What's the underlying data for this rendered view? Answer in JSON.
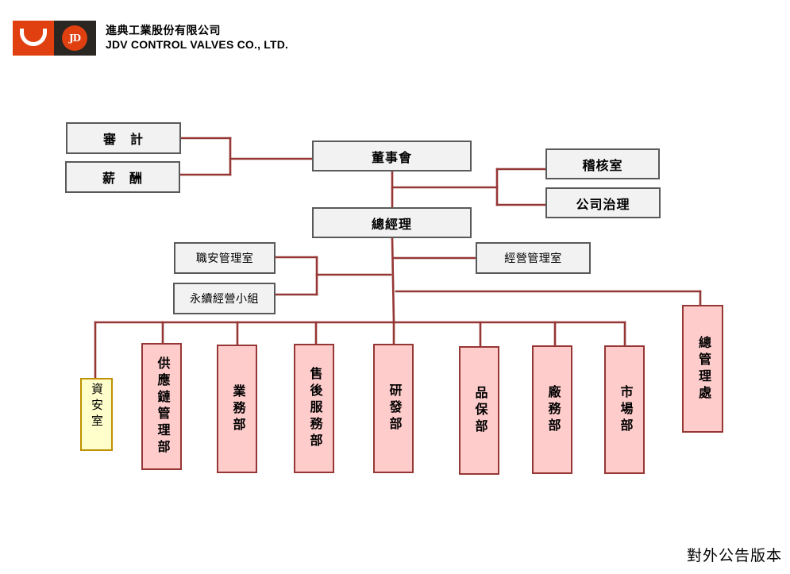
{
  "header": {
    "logo_icon": "jdv-logo-icon",
    "logo_emblem_text": "JD",
    "company_name_zh": "進典工業股份有限公司",
    "company_name_en": "JDV CONTROL VALVES CO., LTD."
  },
  "colors": {
    "connector": "#953735",
    "top_box_fill": "#f2f2f2",
    "top_box_border": "#595959",
    "dept_box_fill": "#ffcccc",
    "dept_box_border": "#953735",
    "infosec_box_fill": "#ffffcc",
    "infosec_box_border": "#bf9000",
    "logo_orange": "#e0400f",
    "logo_dark": "#2a2622"
  },
  "org": {
    "board_committees": [
      {
        "label": "審　計"
      },
      {
        "label": "薪　酬"
      }
    ],
    "board": {
      "label": "董事會"
    },
    "board_units": [
      {
        "label": "稽核室"
      },
      {
        "label": "公司治理"
      }
    ],
    "general_manager": {
      "label": "總經理"
    },
    "gm_staff_left": [
      {
        "label": "職安管理室"
      },
      {
        "label": "永續經營小組"
      }
    ],
    "gm_staff_right": {
      "label": "經營管理室"
    },
    "admin_office": {
      "label": "總管理處"
    },
    "departments": [
      {
        "label": "資安室"
      },
      {
        "label": "供應鏈管理部"
      },
      {
        "label": "業務部"
      },
      {
        "label": "售後服務部"
      },
      {
        "label": "研發部"
      },
      {
        "label": "品保部"
      },
      {
        "label": "廠務部"
      },
      {
        "label": "市場部"
      }
    ]
  },
  "footer": {
    "note": "對外公告版本"
  }
}
